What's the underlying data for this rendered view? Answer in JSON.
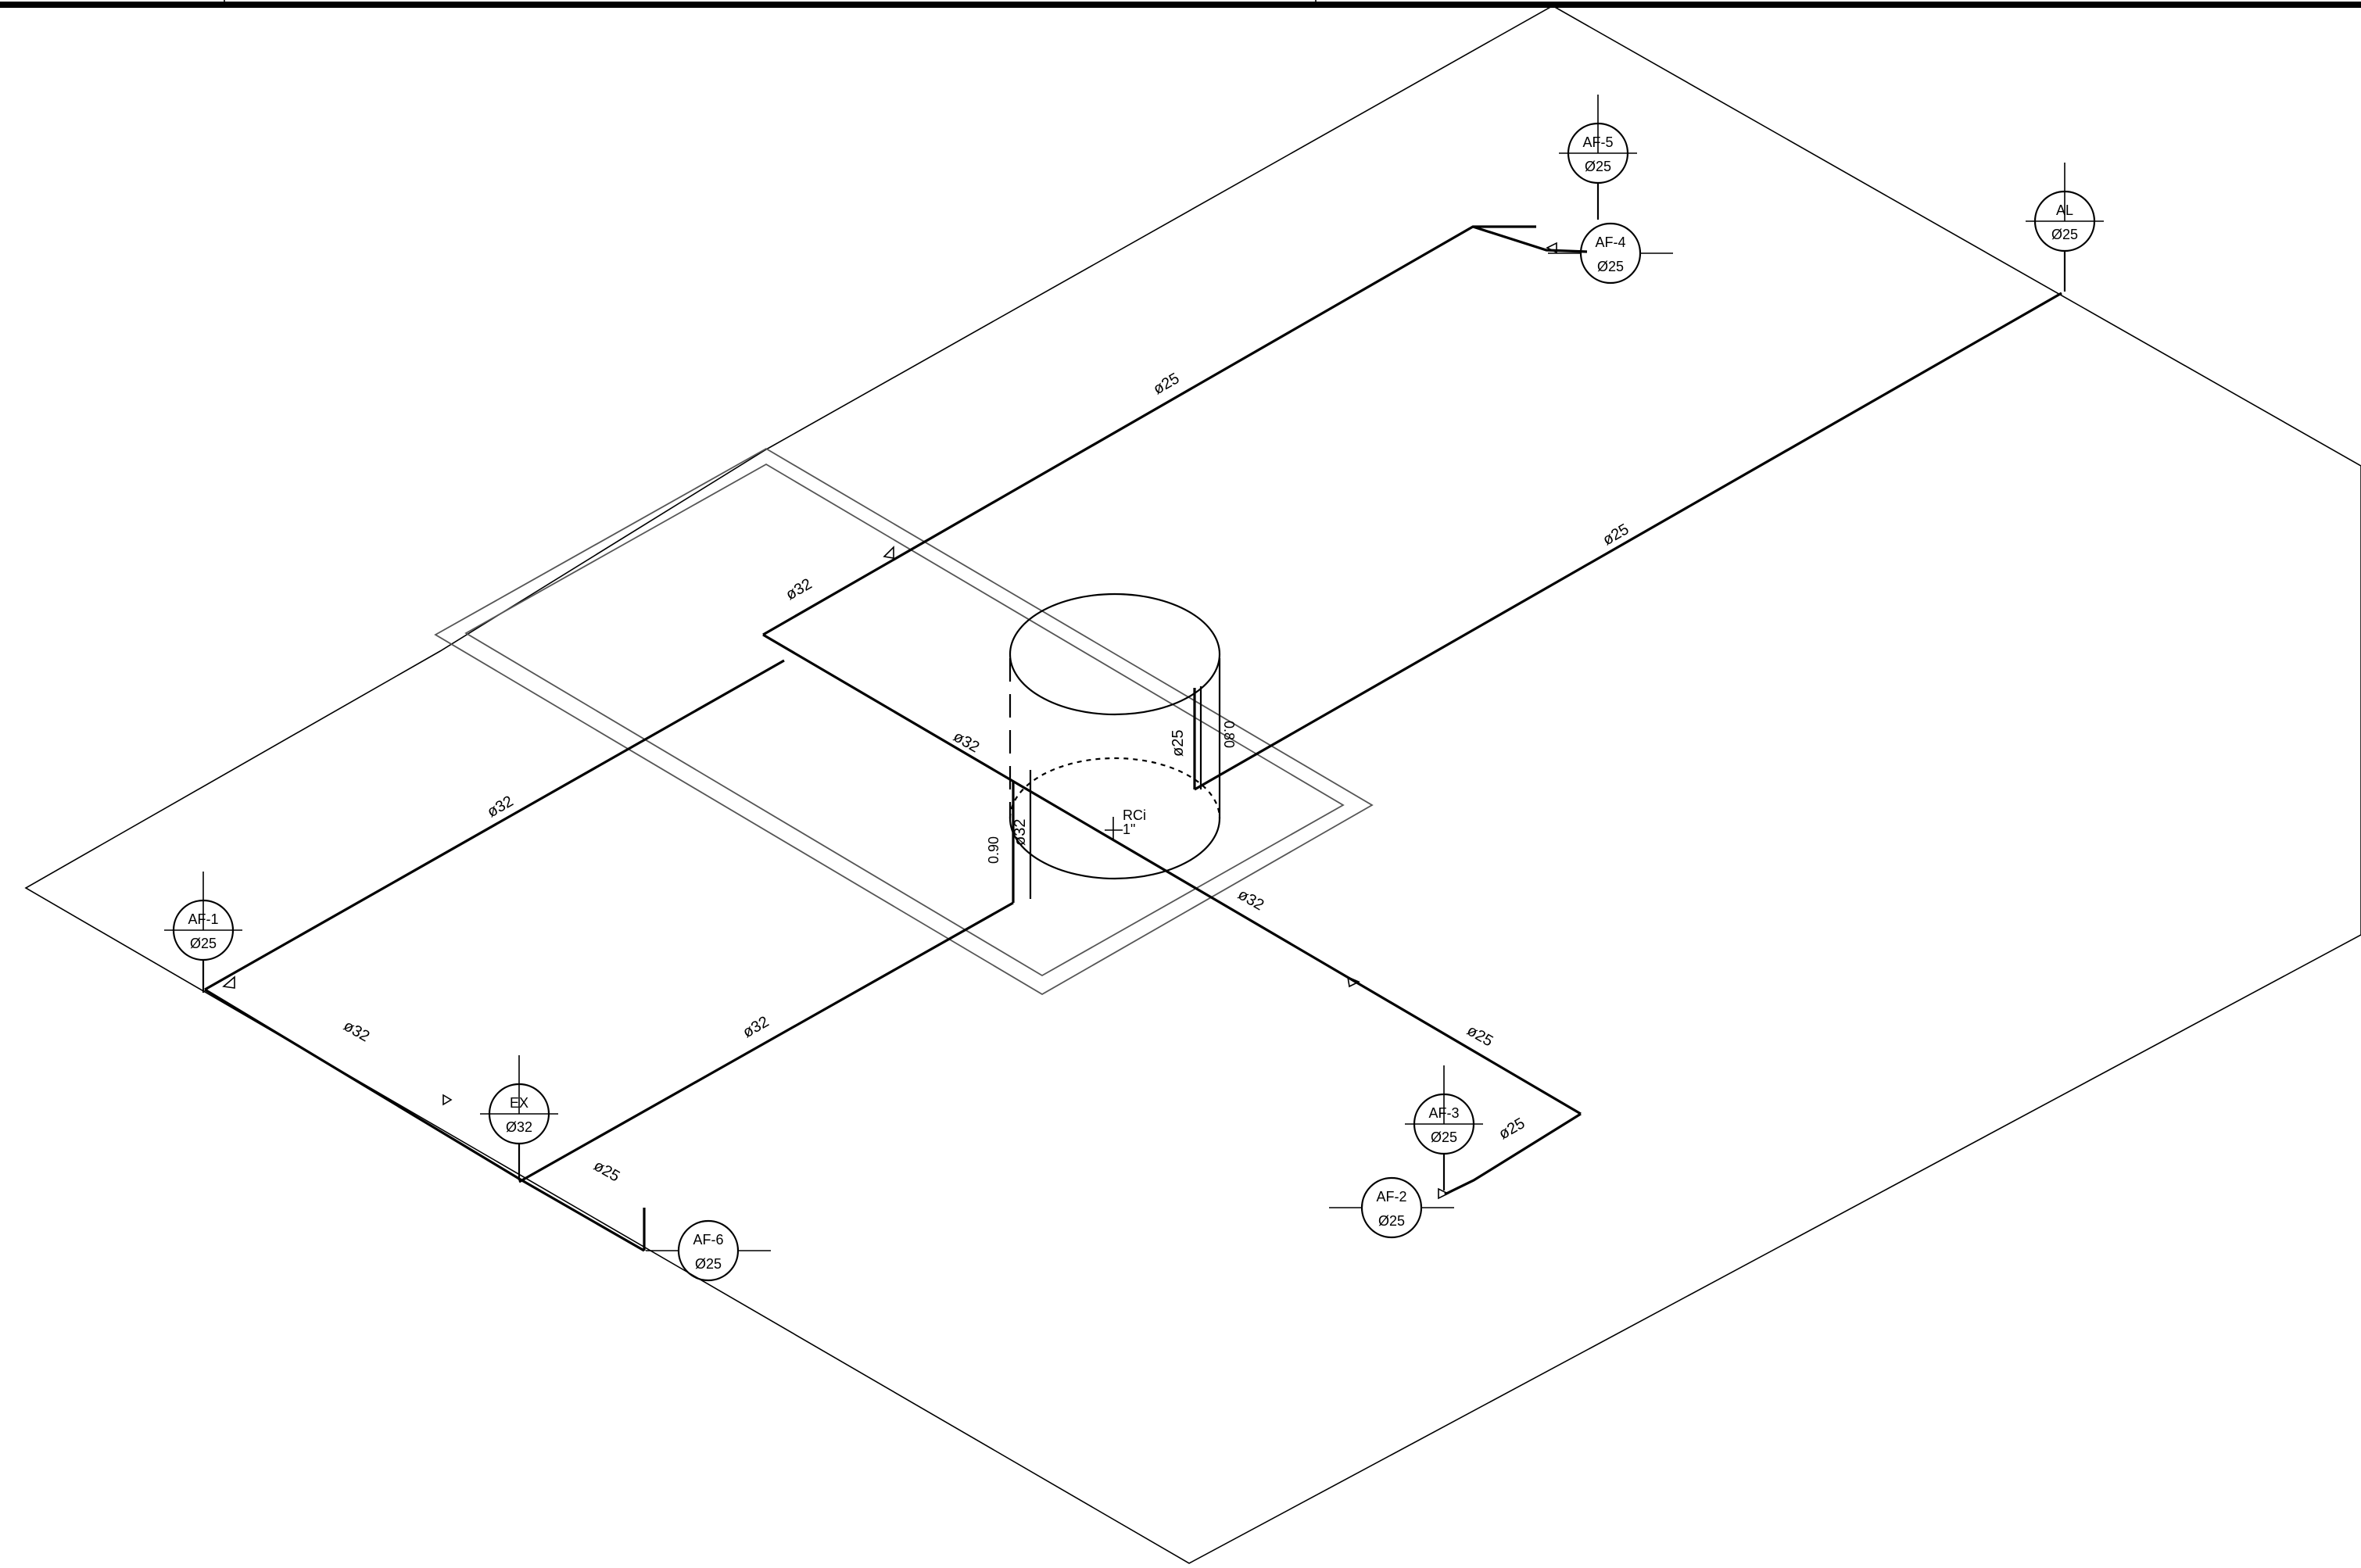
{
  "colors": {
    "line": "#000000",
    "background": "#ffffff"
  },
  "fixtures": [
    {
      "code": "AF-1",
      "diameter": "Ø25"
    },
    {
      "code": "AF-2",
      "diameter": "Ø25"
    },
    {
      "code": "AF-3",
      "diameter": "Ø25"
    },
    {
      "code": "AF-4",
      "diameter": "Ø25"
    },
    {
      "code": "AF-5",
      "diameter": "Ø25"
    },
    {
      "code": "AF-6",
      "diameter": "Ø25"
    },
    {
      "code": "EX",
      "diameter": "Ø32"
    },
    {
      "code": "AL",
      "diameter": "Ø25"
    }
  ],
  "pipe_labels": {
    "d32": "ø32",
    "d25": "ø25"
  },
  "heights": {
    "riser_left": "0.90",
    "riser_right": "0.80"
  },
  "tank": {
    "label": "RCi",
    "size": "1\""
  }
}
